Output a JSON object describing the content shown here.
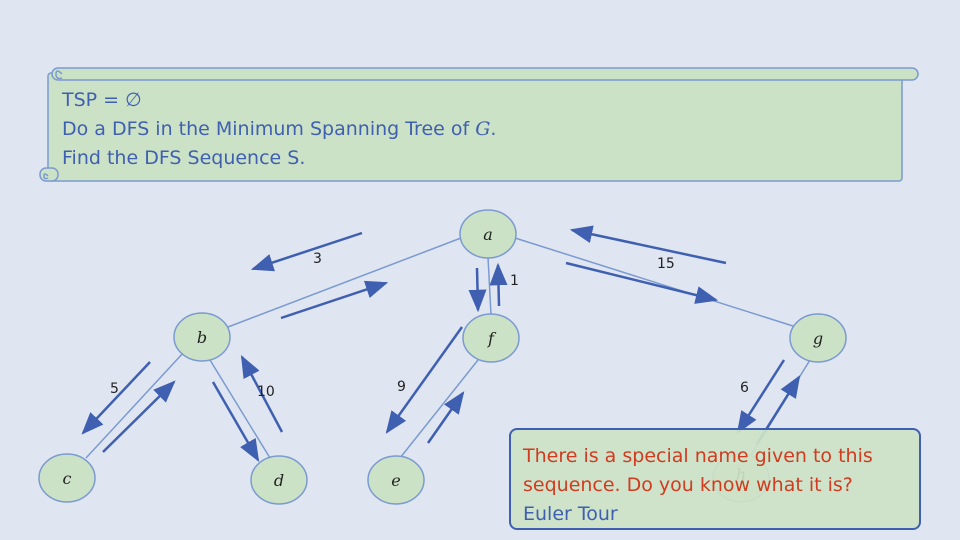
{
  "scroll": {
    "line1": "TSP = ∅",
    "line2_prefix": "Do a DFS in the Minimum Spanning Tree of ",
    "line2_var": "G",
    "line2_suffix": ".",
    "line3": "Find the DFS Sequence S."
  },
  "graph": {
    "nodes": [
      "a",
      "b",
      "f",
      "g",
      "c",
      "d",
      "e",
      "h"
    ],
    "edges": [
      {
        "from": "a",
        "to": "b",
        "weight": "3"
      },
      {
        "from": "a",
        "to": "f",
        "weight": "1"
      },
      {
        "from": "a",
        "to": "g",
        "weight": "15"
      },
      {
        "from": "b",
        "to": "c",
        "weight": "5"
      },
      {
        "from": "b",
        "to": "d",
        "weight": "10"
      },
      {
        "from": "f",
        "to": "e",
        "weight": "9"
      },
      {
        "from": "g",
        "to": "h",
        "weight": "6"
      }
    ]
  },
  "callout": {
    "line1": "There is a special name given to this",
    "line2": "sequence. Do you know what it is?",
    "answer": "Euler Tour"
  },
  "colors": {
    "background": "#dfe6f2",
    "node_fill": "#cce2c6",
    "node_stroke": "#7b9ad0",
    "edge": "#7b9ad0",
    "arrow": "#3f5fb0",
    "text_blue": "#3f5fb0",
    "question_red": "#d13b1f"
  }
}
